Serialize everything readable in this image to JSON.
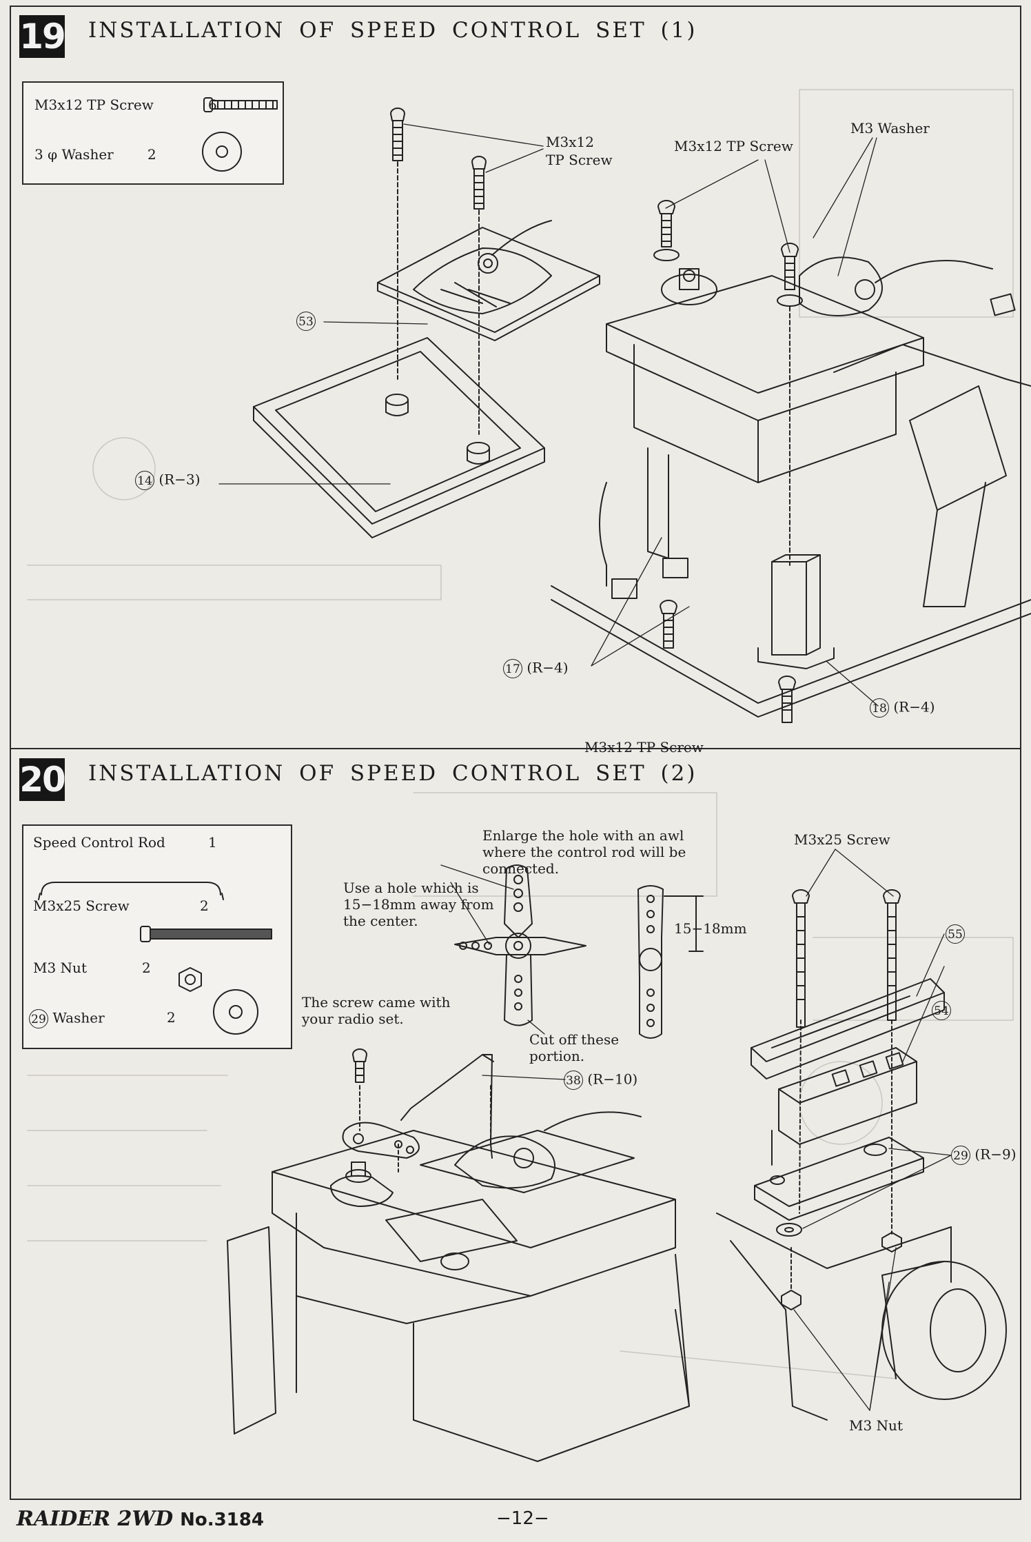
{
  "step19": {
    "number": "19",
    "title": "INSTALLATION OF SPEED CONTROL SET (1)",
    "parts": [
      {
        "label": "M3x12 TP Screw",
        "qty": "6"
      },
      {
        "label": "3 φ Washer",
        "qty": "2"
      }
    ],
    "labels": {
      "tp_screw_a_1": "M3x12",
      "tp_screw_a_2": "TP Screw",
      "tp_screw_b": "M3x12 TP Screw",
      "m3_washer": "M3 Washer",
      "tp_screw_c": "M3x12 TP Screw"
    },
    "callouts": {
      "c53": "53",
      "c14": "14",
      "c14_ref": "(R−3)",
      "c17": "17",
      "c17_ref": "(R−4)",
      "c18": "18",
      "c18_ref": "(R−4)"
    }
  },
  "step20": {
    "number": "20",
    "title": "INSTALLATION OF SPEED CONTROL SET (2)",
    "parts": [
      {
        "label": "Speed Control Rod",
        "qty": "1"
      },
      {
        "label": "M3x25 Screw",
        "qty": "2"
      },
      {
        "label": "M3 Nut",
        "qty": "2"
      },
      {
        "label": "Washer",
        "qty": "2",
        "circled": "29"
      }
    ],
    "labels": {
      "enlarge_note": "Enlarge the hole with an awl where the control rod will be connected.",
      "use_hole_note": "Use a hole which is 15−18mm away from the center.",
      "dim_label": "15−18mm",
      "cut_note": "Cut off these portion.",
      "screw_radio_note": "The screw came with your radio set.",
      "m3x25_screw": "M3x25 Screw",
      "m3_nut": "M3 Nut"
    },
    "callouts": {
      "c38": "38",
      "c38_ref": "(R−10)",
      "c55": "55",
      "c54": "54",
      "c29": "29",
      "c29_ref": "(R−9)"
    }
  },
  "footer": {
    "brand": "RAIDER 2WD",
    "model_no": "No.3184",
    "page": "−12−"
  }
}
